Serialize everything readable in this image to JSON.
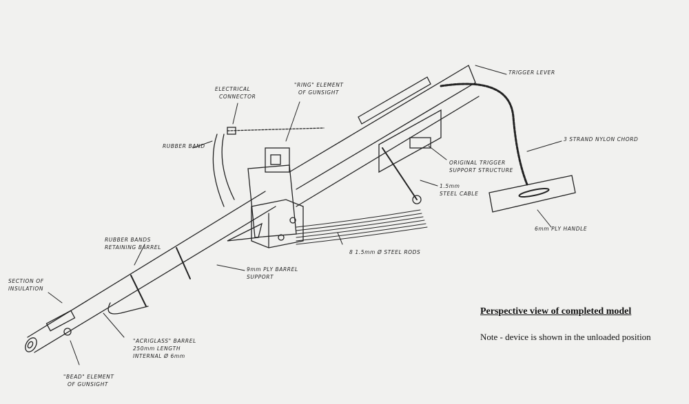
{
  "labels": {
    "trigger_lever": [
      "TRIGGER LEVER"
    ],
    "electrical_connector": [
      "ELECTRICAL",
      "CONNECTOR"
    ],
    "ring_element": [
      "\"RING\" ELEMENT",
      "OF GUNSIGHT"
    ],
    "rubber_band": [
      "RUBBER BAND"
    ],
    "nylon_chord": [
      "3 STRAND NYLON CHORD"
    ],
    "trigger_support": [
      "ORIGINAL TRIGGER",
      "SUPPORT STRUCTURE"
    ],
    "steel_cable": [
      "1.5mm",
      "STEEL CABLE"
    ],
    "ply_handle": [
      "6mm PLY HANDLE"
    ],
    "steel_rods": [
      "8  1.5mm Ø STEEL RODS"
    ],
    "rubber_bands_barrel": [
      "RUBBER BANDS",
      "RETAINING BARREL"
    ],
    "barrel_support": [
      "9mm PLY BARREL",
      "SUPPORT"
    ],
    "insulation": [
      "SECTION OF",
      "INSULATION"
    ],
    "acriglass_barrel": [
      "\"ACRIGLASS\" BARREL",
      "250mm LENGTH",
      "INTERNAL Ø 6mm"
    ],
    "bead_element": [
      "\"BEAD\" ELEMENT",
      "OF GUNSIGHT"
    ]
  },
  "caption": {
    "title": "Perspective view of completed model",
    "note": "Note - device is shown in the unloaded position"
  }
}
